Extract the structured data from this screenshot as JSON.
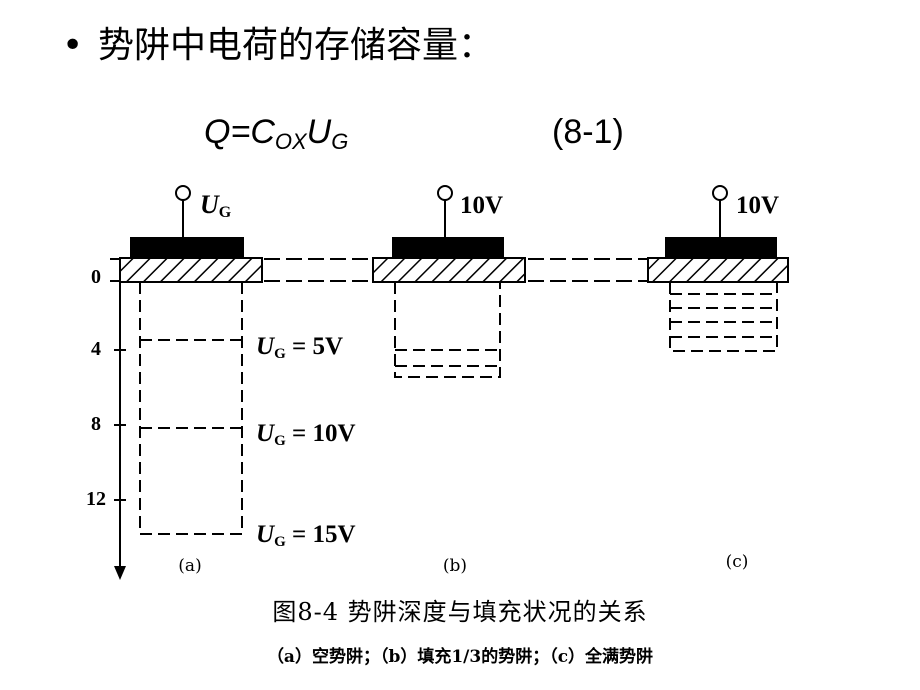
{
  "slide": {
    "bullet_glyph": "•",
    "heading": "势阱中电荷的存储容量："
  },
  "formula": {
    "q": "Q=",
    "c": "C",
    "c_sub": "OX",
    "u": "U",
    "u_sub": "G",
    "number": "(8-1)"
  },
  "figure": {
    "axis_ticks": [
      "0",
      "4",
      "8",
      "12"
    ],
    "panels": [
      {
        "gate_label": "U",
        "gate_label_sub": "G",
        "caption": "(a)"
      },
      {
        "gate_label": "10V",
        "caption": "(b)"
      },
      {
        "gate_label": "10V",
        "caption": "(c)"
      }
    ],
    "depth_labels": [
      {
        "u": "U",
        "sub": "G",
        "value": " = 5V"
      },
      {
        "u": "U",
        "sub": "G",
        "value": " = 10V"
      },
      {
        "u": "U",
        "sub": "G",
        "value": " = 15V"
      }
    ],
    "title": "图8-4  势阱深度与填充状况的关系",
    "subtitle": "（a）空势阱；（b）填充1/3的势阱；（c）全满势阱"
  }
}
